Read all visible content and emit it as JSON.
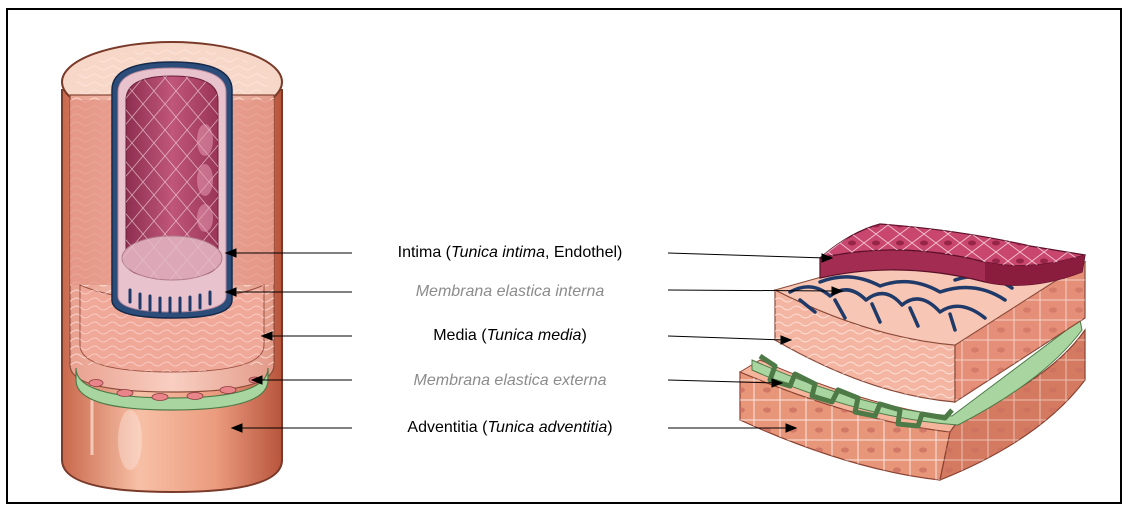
{
  "labels": {
    "intima": {
      "name": "Intima",
      "open": " (",
      "latin": "Tunica intima",
      "rest": ", Endothel)"
    },
    "internal_elastic": {
      "text": "Membrana elastica interna"
    },
    "media": {
      "name": "Media",
      "open": " (",
      "latin": "Tunica media",
      "close": ")"
    },
    "external_elastic": {
      "text": "Membrana elastica externa"
    },
    "adventitia": {
      "name": "Adventitia",
      "open": " (",
      "latin": "Tunica adventitia",
      "close": ")"
    }
  },
  "colors": {
    "intima": "#c0466a",
    "internal_elastic": "#1f3a68",
    "media": "#f2b1a0",
    "external_elastic": "#a8d5a0",
    "adventitia": "#e8967a",
    "sub_label": "#8c8c8c",
    "arrow": "#000000"
  }
}
